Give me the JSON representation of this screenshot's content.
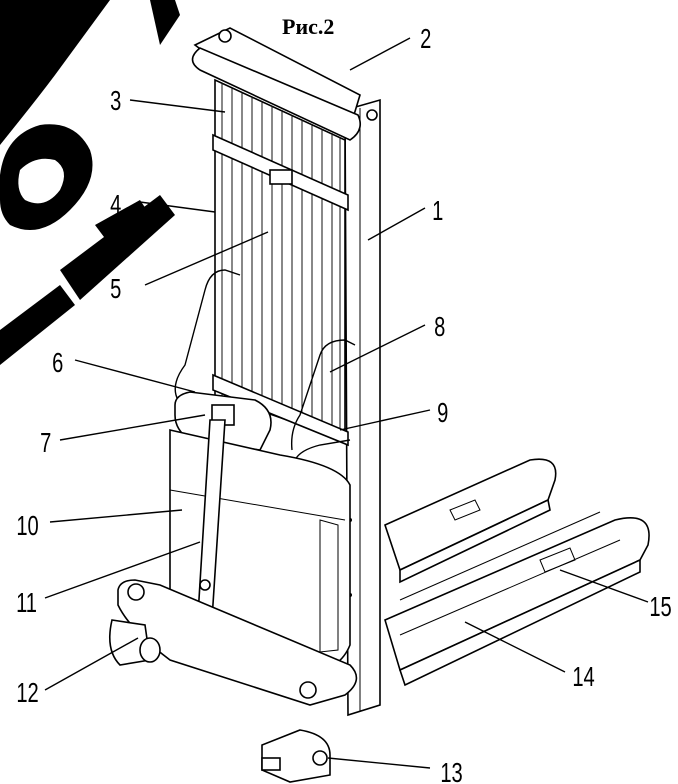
{
  "figure": {
    "title": "Рис.2",
    "callouts": [
      {
        "id": "1",
        "label": "1"
      },
      {
        "id": "2",
        "label": "2"
      },
      {
        "id": "3",
        "label": "3"
      },
      {
        "id": "4",
        "label": "4"
      },
      {
        "id": "5",
        "label": "5"
      },
      {
        "id": "6",
        "label": "6"
      },
      {
        "id": "7",
        "label": "7"
      },
      {
        "id": "8",
        "label": "8"
      },
      {
        "id": "9",
        "label": "9"
      },
      {
        "id": "10",
        "label": "10"
      },
      {
        "id": "11",
        "label": "11"
      },
      {
        "id": "12",
        "label": "12"
      },
      {
        "id": "13",
        "label": "13"
      },
      {
        "id": "14",
        "label": "14"
      },
      {
        "id": "15",
        "label": "15"
      }
    ]
  },
  "colors": {
    "ink": "#000000",
    "paper": "#ffffff",
    "watermark": "#000000"
  }
}
